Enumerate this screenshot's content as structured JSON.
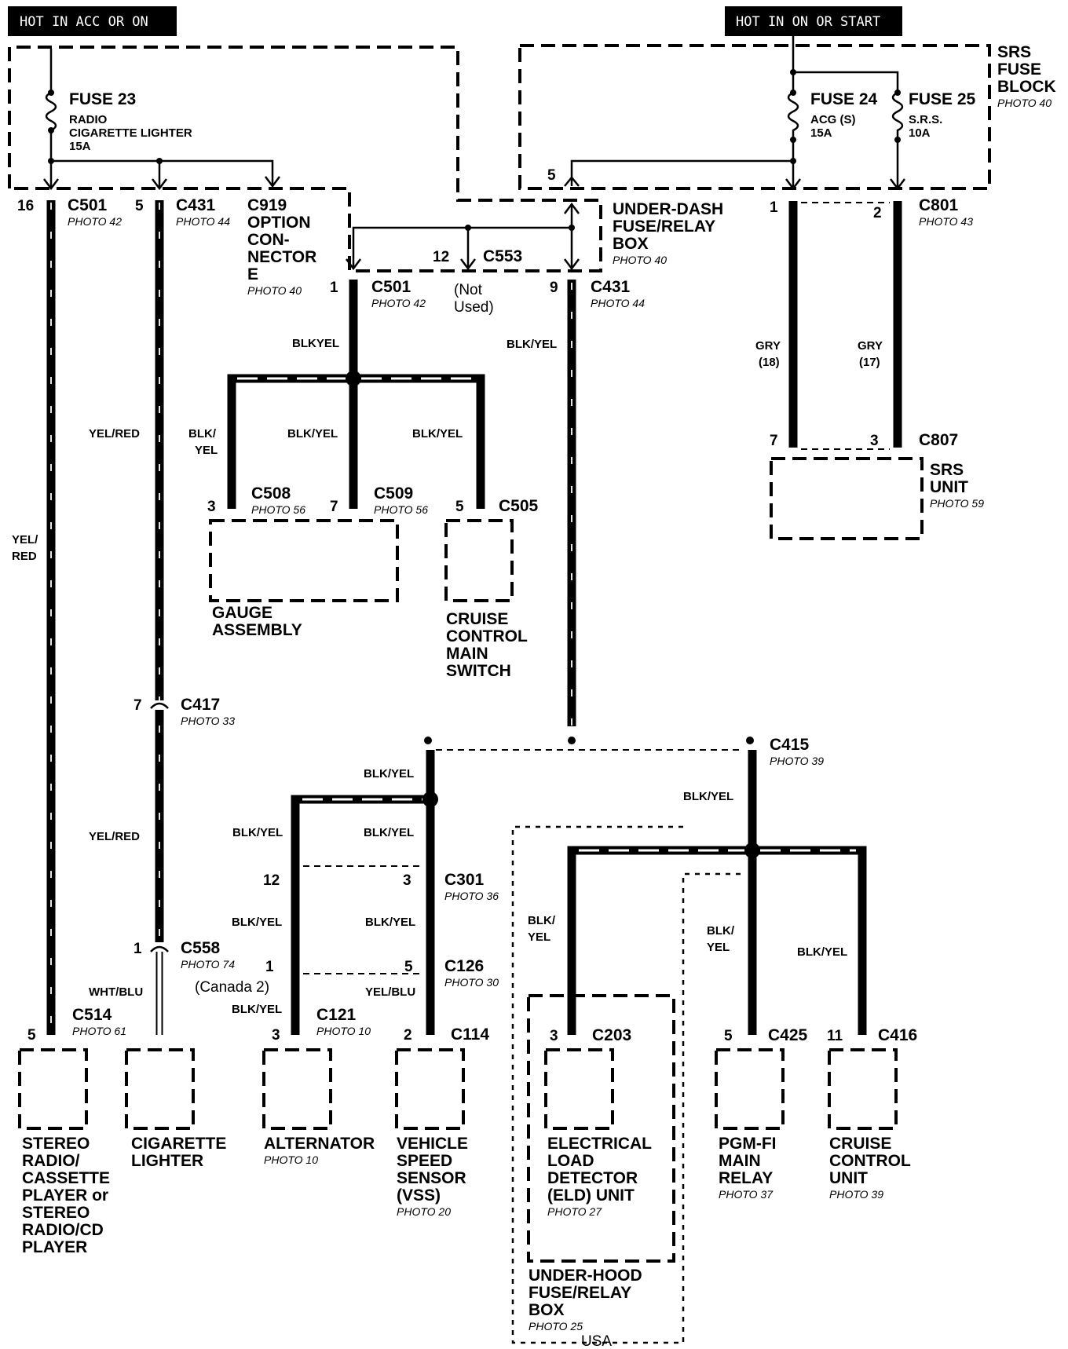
{
  "header": {
    "left": "HOT IN ACC OR ON",
    "right": "HOT IN ON OR START"
  },
  "fuses": {
    "f23": {
      "name": "FUSE 23",
      "l1": "RADIO",
      "l2": "CIGARETTE LIGHTER",
      "l3": "15A"
    },
    "f24": {
      "name": "FUSE 24",
      "l1": "ACG (S)",
      "l2": "15A"
    },
    "f25": {
      "name": "FUSE 25",
      "l1": "S.R.S.",
      "l2": "10A"
    }
  },
  "srs_block": {
    "l1": "SRS",
    "l2": "FUSE",
    "l3": "BLOCK",
    "photo": "PHOTO 40"
  },
  "underdash": {
    "l1": "UNDER-DASH",
    "l2": "FUSE/RELAY",
    "l3": "BOX",
    "photo": "PHOTO 40"
  },
  "c919": {
    "l1": "C919",
    "l2": "OPTION",
    "l3": "CON-",
    "l4": "NECTOR",
    "l5": "E",
    "photo": "PHOTO 40"
  },
  "c553": {
    "name": "C553",
    "pin": "12",
    "nu1": "(Not",
    "nu2": "Used)"
  },
  "connectors": {
    "c501a": {
      "name": "C501",
      "photo": "PHOTO 42",
      "pin": "16"
    },
    "c431a": {
      "name": "C431",
      "photo": "PHOTO 44",
      "pin": "5"
    },
    "c501b": {
      "name": "C501",
      "photo": "PHOTO 42",
      "pin": "1"
    },
    "c431b": {
      "name": "C431",
      "photo": "PHOTO 44",
      "pin": "9"
    },
    "c801": {
      "name": "C801",
      "photo": "PHOTO 43",
      "pin1": "1",
      "pin2": "2"
    },
    "c807": {
      "name": "C807",
      "pin1": "7",
      "pin2": "3"
    },
    "c508": {
      "name": "C508",
      "photo": "PHOTO 56",
      "pin": "3"
    },
    "c509": {
      "name": "C509",
      "photo": "PHOTO 56",
      "pin": "7"
    },
    "c505": {
      "name": "C505",
      "pin": "5"
    },
    "c417": {
      "name": "C417",
      "photo": "PHOTO 33",
      "pin": "7"
    },
    "c415": {
      "name": "C415",
      "photo": "PHOTO 39"
    },
    "c301": {
      "name": "C301",
      "photo": "PHOTO 36",
      "pin1": "12",
      "pin2": "3"
    },
    "c558": {
      "name": "C558",
      "photo": "PHOTO 74",
      "pin": "1"
    },
    "c126": {
      "name": "C126",
      "photo": "PHOTO 30",
      "pin1": "1",
      "pin2": "5"
    },
    "c514": {
      "name": "C514",
      "photo": "PHOTO 61",
      "pin": "5"
    },
    "c121": {
      "name": "C121",
      "photo": "PHOTO 10",
      "pin": "3"
    },
    "c114": {
      "name": "C114",
      "pin": "2"
    },
    "c203": {
      "name": "C203",
      "pin": "3"
    },
    "c425": {
      "name": "C425",
      "pin": "5"
    },
    "c416": {
      "name": "C416",
      "pin": "11"
    }
  },
  "fuse_pins": {
    "ud5": "5"
  },
  "wires": {
    "yelred_a": "YEL/RED",
    "yelred_b1": "YEL/",
    "yelred_b2": "RED",
    "yelred_c": "YEL/RED",
    "blkyel_top": "BLKYEL",
    "blkyel_431": "BLK/YEL",
    "gry18_a": "GRY",
    "gry18_b": "(18)",
    "gry17_a": "GRY",
    "gry17_b": "(17)",
    "blk_yel_508a": "BLK/",
    "blk_yel_508b": "YEL",
    "blkyel_509": "BLK/YEL",
    "blkyel_505": "BLK/YEL",
    "blkyel_s1": "BLK/YEL",
    "blkyel_s2": "BLK/YEL",
    "blkyel_s3": "BLK/YEL",
    "blkyel_s4": "BLK/YEL",
    "blkyel_s5": "BLK/YEL",
    "blkyel_s6": "BLK/YEL",
    "blkyel_415": "BLK/YEL",
    "blk_yel_203a": "BLK/",
    "blk_yel_203b": "YEL",
    "blk_yel_425a": "BLK/",
    "blk_yel_425b": "YEL",
    "blkyel_416": "BLK/YEL",
    "whtblu": "WHT/BLU",
    "yelblu": "YEL/BLU",
    "canada": "(Canada 2)"
  },
  "components": {
    "gauge": {
      "l1": "GAUGE",
      "l2": "ASSEMBLY"
    },
    "ccms": {
      "l1": "CRUISE",
      "l2": "CONTROL",
      "l3": "MAIN",
      "l4": "SWITCH"
    },
    "srs": {
      "l1": "SRS",
      "l2": "UNIT",
      "photo": "PHOTO 59"
    },
    "stereo": {
      "l1": "STEREO",
      "l2": "RADIO/",
      "l3": "CASSETTE",
      "l4": "PLAYER or",
      "l5": "STEREO",
      "l6": "RADIO/CD",
      "l7": "PLAYER"
    },
    "cig": {
      "l1": "CIGARETTE",
      "l2": "LIGHTER"
    },
    "alt": {
      "l1": "ALTERNATOR",
      "photo": "PHOTO 10"
    },
    "vss": {
      "l1": "VEHICLE",
      "l2": "SPEED",
      "l3": "SENSOR",
      "l4": "(VSS)",
      "photo": "PHOTO 20"
    },
    "eld": {
      "l1": "ELECTRICAL",
      "l2": "LOAD",
      "l3": "DETECTOR",
      "l4": "(ELD) UNIT",
      "photo": "PHOTO 27"
    },
    "underhood": {
      "l1": "UNDER-HOOD",
      "l2": "FUSE/RELAY",
      "l3": "BOX",
      "photo": "PHOTO 25",
      "usa": "USA"
    },
    "pgm": {
      "l1": "PGM-FI",
      "l2": "MAIN",
      "l3": "RELAY",
      "photo": "PHOTO 37"
    },
    "ccu": {
      "l1": "CRUISE",
      "l2": "CONTROL",
      "l3": "UNIT",
      "photo": "PHOTO 39"
    }
  }
}
